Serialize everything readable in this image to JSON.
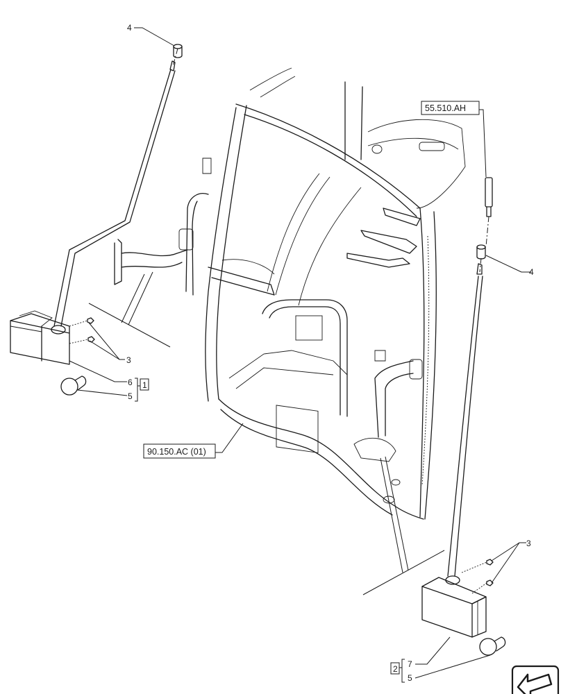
{
  "callouts": {
    "c4_top": "4",
    "c4_right": "4",
    "c3_left": "3",
    "c3_right": "3",
    "c6": "6",
    "c5_left": "5",
    "c7": "7",
    "c5_right": "5",
    "group_1": "1",
    "group_2": "2"
  },
  "references": {
    "ref_top": "55.510.AH",
    "ref_bottom": "90.150.AC (01)"
  },
  "icons": {
    "corner": "arrow-direction-icon"
  },
  "colors": {
    "line": "#1a1a1a",
    "background": "#ffffff"
  }
}
